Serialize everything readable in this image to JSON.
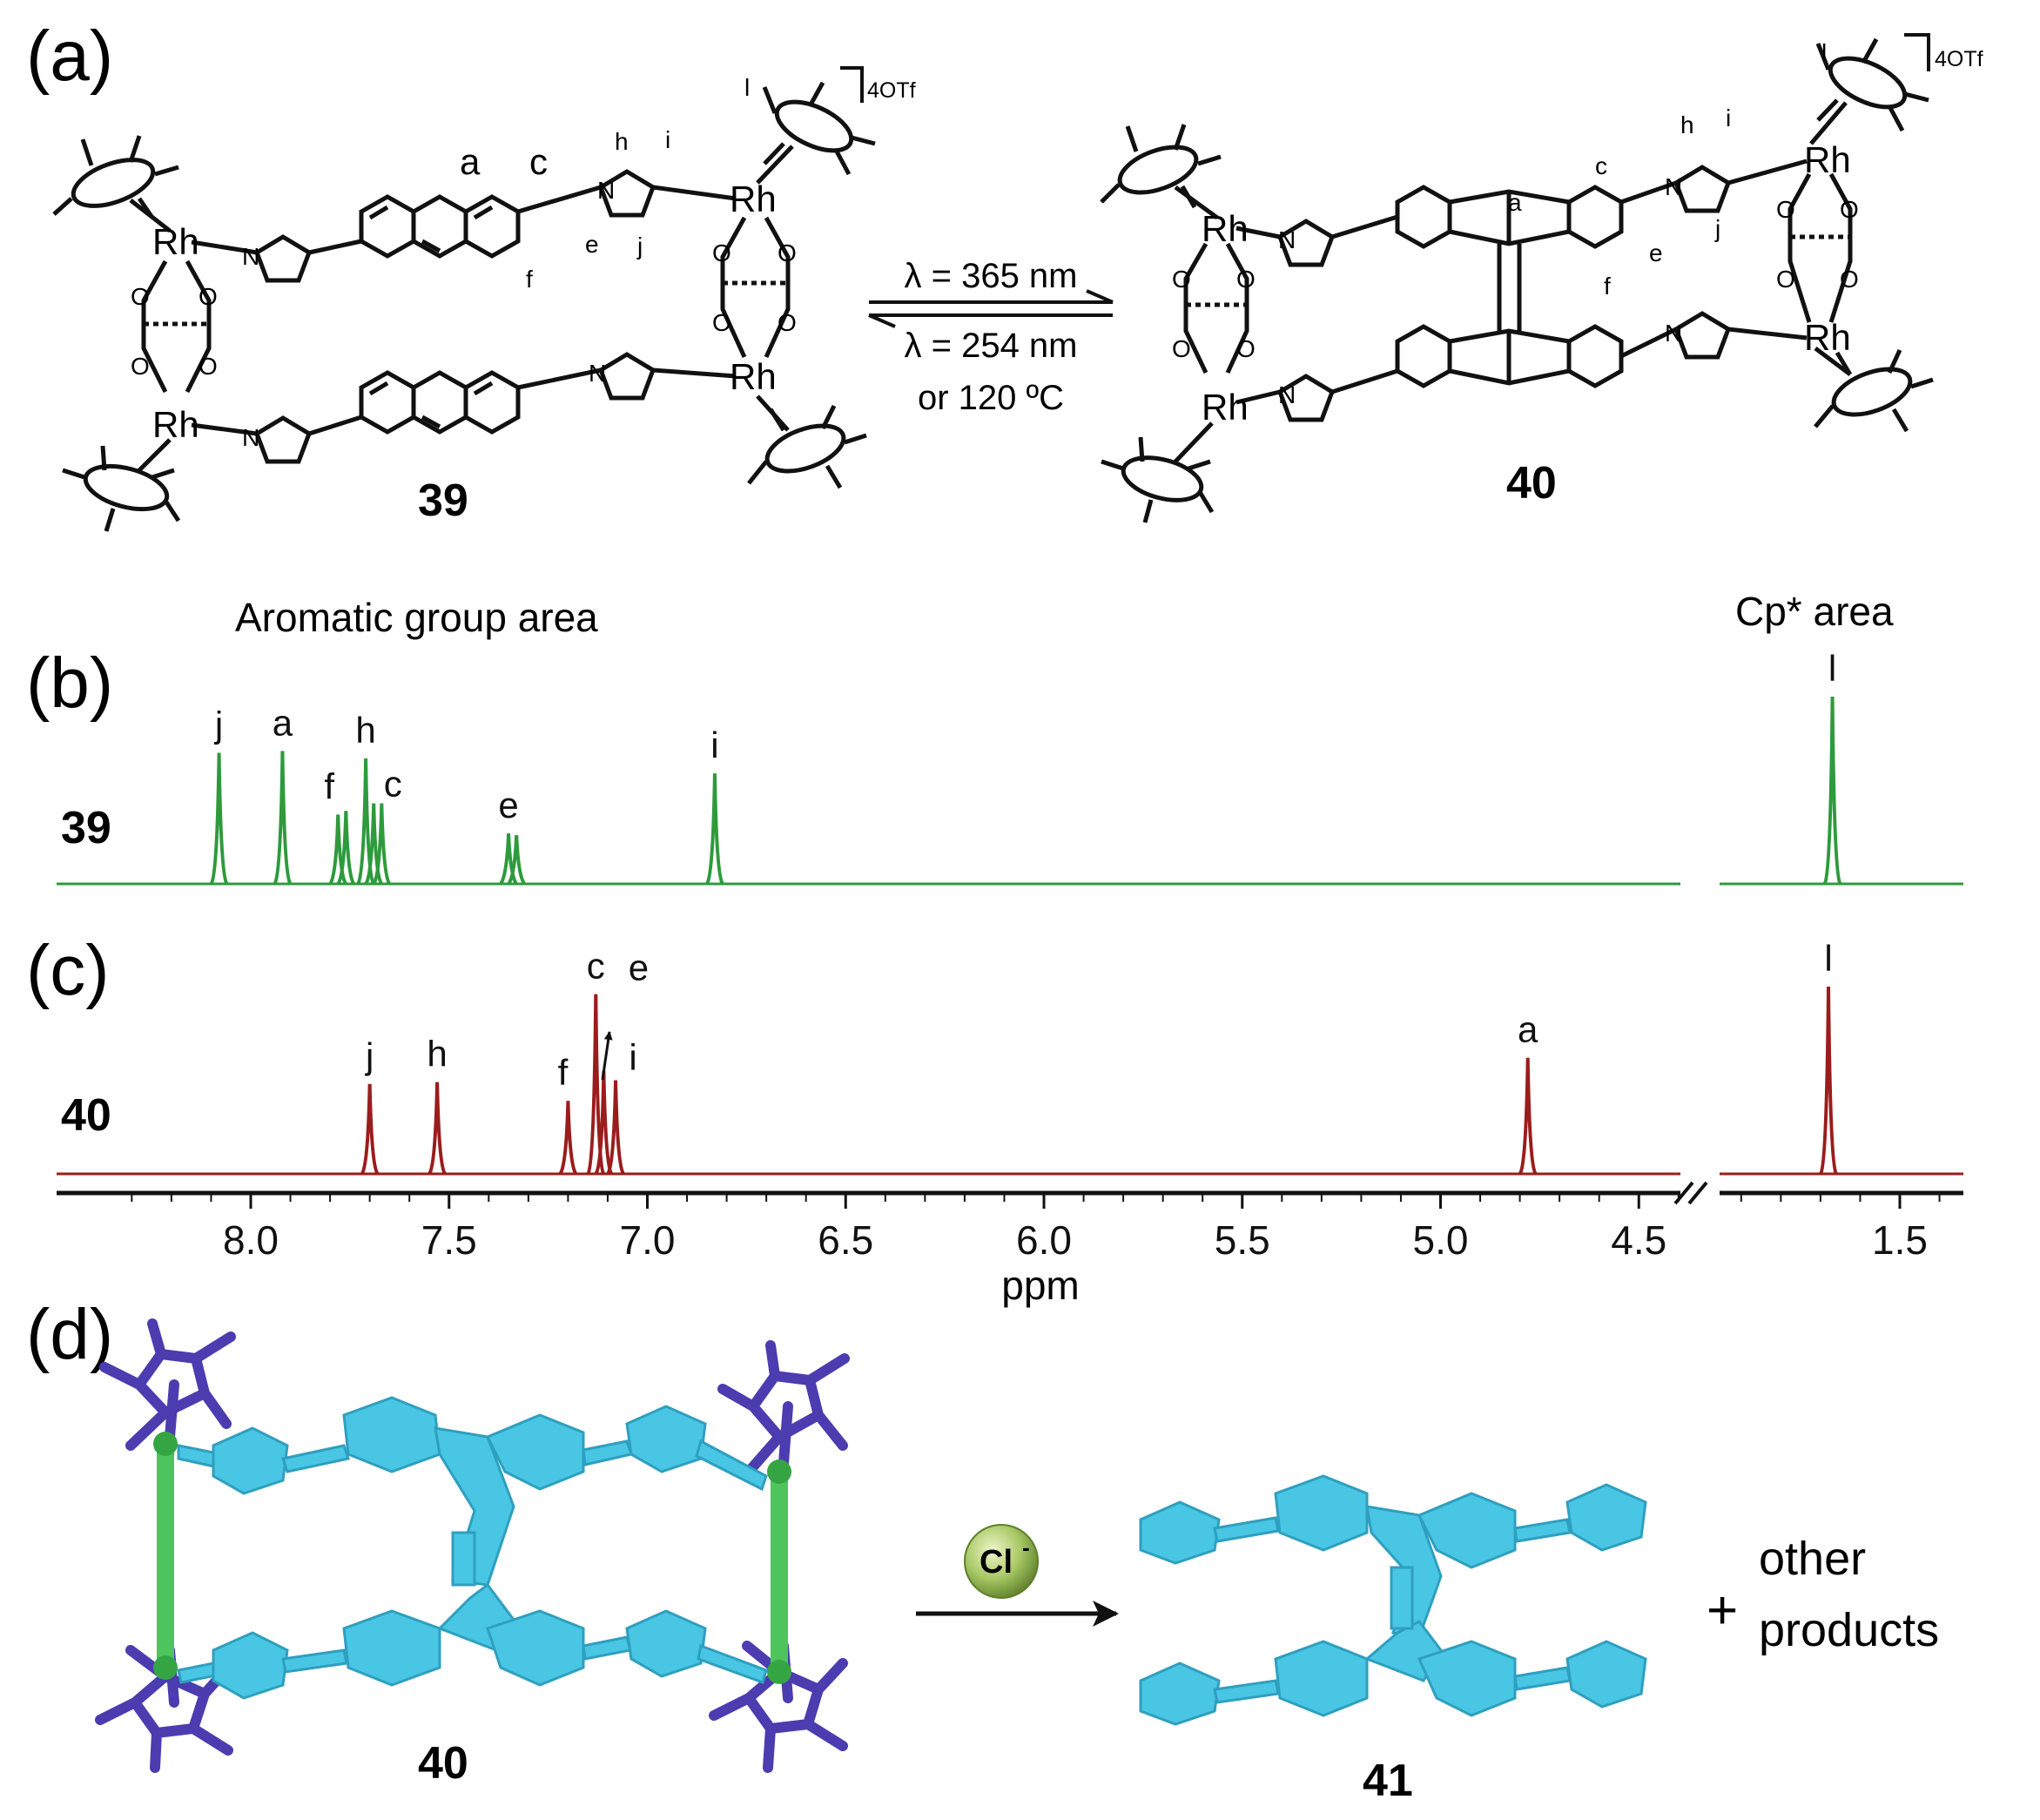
{
  "panels": {
    "a": "(a)",
    "b": "(b)",
    "c": "(c)",
    "d": "(d)"
  },
  "scheme": {
    "left_compound": "39",
    "right_compound": "40",
    "charge_left": "4OTf",
    "charge_right": "4OTf",
    "forward_condition": "λ = 365 nm",
    "reverse_condition_1": "λ = 254 nm",
    "reverse_condition_2": "or 120 ºC",
    "proton_labels": [
      "a",
      "c",
      "e",
      "f",
      "h",
      "i",
      "j",
      "l"
    ],
    "metal": "Rh",
    "atom_n": "N",
    "atom_o": "O"
  },
  "spectra": {
    "aromatic_header": "Aromatic group area",
    "cp_header": "Cp* area",
    "xlabel": "ppm",
    "colors": {
      "spectrum_39": "#2e9a3c",
      "spectrum_40": "#9b1c1c",
      "axis": "#111111"
    },
    "axis_break": true
  },
  "chart_data": [
    {
      "type": "line",
      "name": "39",
      "xlabel": "ppm",
      "x_reversed": true,
      "ticks": [
        "8.0",
        "7.5",
        "7.0",
        "6.5",
        "6.0",
        "5.5",
        "5.0",
        "4.5",
        "1.5"
      ],
      "peaks": [
        {
          "label": "j",
          "ppm": 8.08,
          "height": 0.7
        },
        {
          "label": "a",
          "ppm": 7.92,
          "height": 0.71
        },
        {
          "label": "f",
          "ppm": 7.78,
          "height": 0.37
        },
        {
          "label": "",
          "ppm": 7.76,
          "height": 0.39
        },
        {
          "label": "h",
          "ppm": 7.71,
          "height": 0.67
        },
        {
          "label": "c",
          "ppm": 7.69,
          "height": 0.43
        },
        {
          "label": "",
          "ppm": 7.67,
          "height": 0.43
        },
        {
          "label": "e",
          "ppm": 7.35,
          "height": 0.27
        },
        {
          "label": "",
          "ppm": 7.33,
          "height": 0.26
        },
        {
          "label": "i",
          "ppm": 6.83,
          "height": 0.59
        },
        {
          "label": "l",
          "ppm": 1.67,
          "height": 1.0
        }
      ]
    },
    {
      "type": "line",
      "name": "40",
      "xlabel": "ppm",
      "x_reversed": true,
      "peaks": [
        {
          "label": "j",
          "ppm": 7.7,
          "height": 0.48
        },
        {
          "label": "h",
          "ppm": 7.53,
          "height": 0.49
        },
        {
          "label": "f",
          "ppm": 7.2,
          "height": 0.39
        },
        {
          "label": "c",
          "ppm": 7.13,
          "height": 0.96
        },
        {
          "label": "e",
          "ppm": 7.11,
          "height": 0.55
        },
        {
          "label": "i",
          "ppm": 7.08,
          "height": 0.5
        },
        {
          "label": "a",
          "ppm": 4.78,
          "height": 0.62
        },
        {
          "label": "l",
          "ppm": 1.68,
          "height": 1.0
        }
      ]
    }
  ],
  "models": {
    "left_compound": "40",
    "right_compound": "41",
    "reagent": "Cl",
    "reagent_charge": "-",
    "plus": "+",
    "products_line1": "other",
    "products_line2": "products",
    "colors": {
      "ligand": "#48c6e4",
      "ligand_edge": "#2f9fbf",
      "cpstar": "#4b3cb0",
      "rh_bond": "#4dc45c",
      "reagent_ball": "#a8c865"
    }
  }
}
